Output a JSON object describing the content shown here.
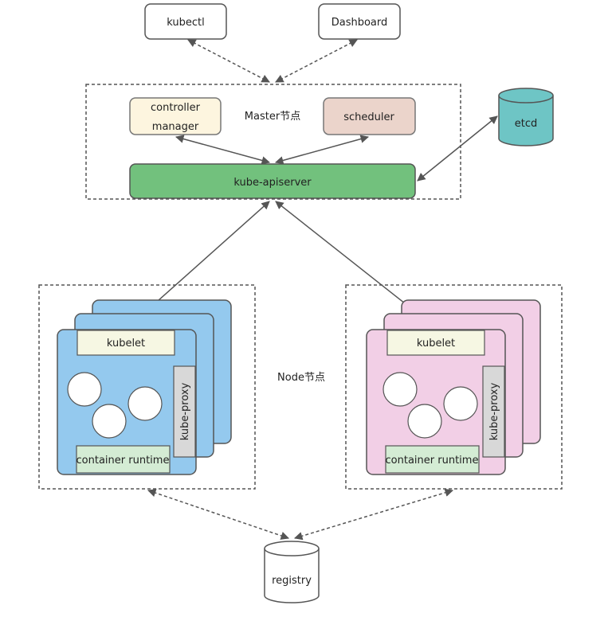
{
  "clients": {
    "kubectl": "kubectl",
    "dashboard": "Dashboard"
  },
  "master": {
    "label": "Master节点",
    "controller_line1": "controller",
    "controller_line2": "manager",
    "scheduler": "scheduler",
    "apiserver": "kube-apiserver"
  },
  "etcd": "etcd",
  "nodes": {
    "label": "Node节点",
    "kubelet": "kubelet",
    "kube_proxy": "kube-proxy",
    "container_runtime": "container runtime"
  },
  "registry": "registry",
  "colors": {
    "controller": "#fdf5df",
    "scheduler": "#ebd4cb",
    "apiserver": "#72c17d",
    "etcd": "#6ec5c5",
    "node_left": "#94c9ee",
    "node_right": "#f2cfe6",
    "kubelet": "#f6f7e3",
    "runtime": "#d4ecd4",
    "proxy": "#d8d8d8"
  }
}
